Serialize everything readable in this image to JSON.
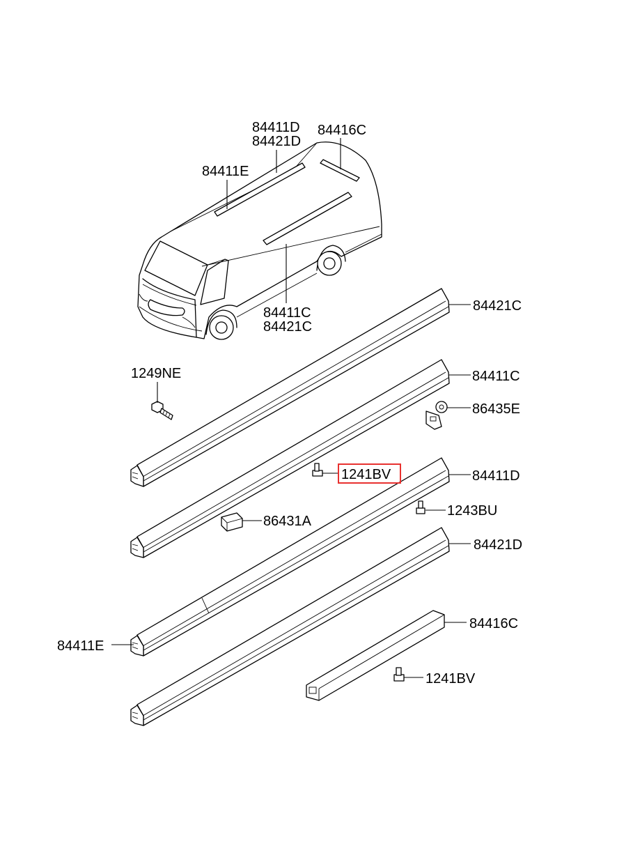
{
  "labels": {
    "van_84411D": "84411D",
    "van_84421D": "84421D",
    "van_84416C": "84416C",
    "van_84411E": "84411E",
    "van_84411C": "84411C",
    "van_84421C": "84421C",
    "p_84421C": "84421C",
    "p_84411C": "84411C",
    "p_86435E": "86435E",
    "p_1249NE": "1249NE",
    "p_1241BV_highlight": "1241BV",
    "p_84411D": "84411D",
    "p_1243BU": "1243BU",
    "p_86431A": "86431A",
    "p_84421D": "84421D",
    "p_84416C": "84416C",
    "p_84411E": "84411E",
    "p_1241BV": "1241BV"
  },
  "highlight_color": "#e8312f"
}
